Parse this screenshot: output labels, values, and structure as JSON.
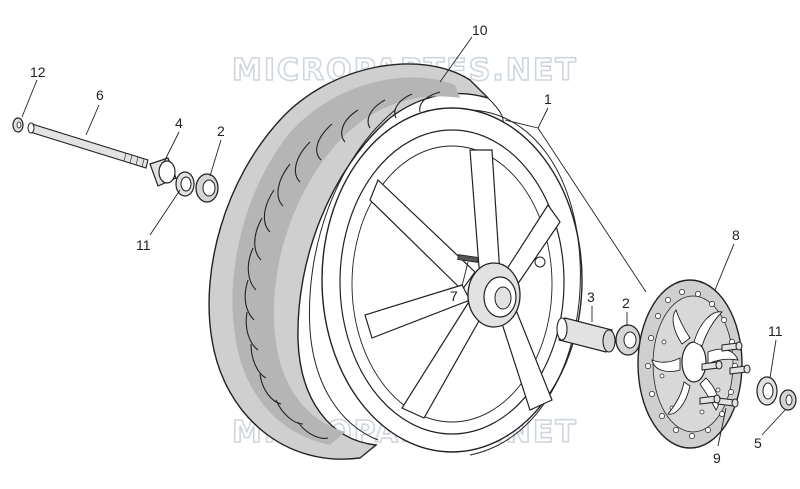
{
  "watermark": {
    "text": "MICROPARTES.NET",
    "color": "#cfd5dd"
  },
  "colors": {
    "outline": "#222222",
    "tire": "#cfcfcf",
    "tire_dark": "#a8a8a8",
    "rim": "#ffffff",
    "metal": "#e2e2e2"
  },
  "parts": [
    {
      "id": "1",
      "label": "1",
      "part": "rim"
    },
    {
      "id": "2a",
      "label": "2",
      "part": "bearing-left"
    },
    {
      "id": "2b",
      "label": "2",
      "part": "bearing-right"
    },
    {
      "id": "3",
      "label": "3",
      "part": "spacer-tube"
    },
    {
      "id": "4",
      "label": "4",
      "part": "spacer"
    },
    {
      "id": "5",
      "label": "5",
      "part": "nut"
    },
    {
      "id": "6",
      "label": "6",
      "part": "axle"
    },
    {
      "id": "7",
      "label": "7",
      "part": "valve"
    },
    {
      "id": "8",
      "label": "8",
      "part": "brake-disc"
    },
    {
      "id": "9",
      "label": "9",
      "part": "disc-screws"
    },
    {
      "id": "10",
      "label": "10",
      "part": "tire"
    },
    {
      "id": "11a",
      "label": "11",
      "part": "seal-left"
    },
    {
      "id": "11b",
      "label": "11",
      "part": "washer-right"
    },
    {
      "id": "12",
      "label": "12",
      "part": "axle-nut"
    }
  ]
}
